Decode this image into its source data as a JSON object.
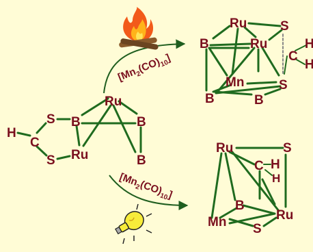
{
  "reactant": {
    "H": "H",
    "C": "C",
    "S1": "S",
    "S2": "S",
    "B1": "B",
    "Ru1": "Ru",
    "Ru2": "Ru",
    "B2": "B",
    "B3": "B"
  },
  "top_reaction": {
    "reagent_prefix": "[Mn",
    "reagent_sub1": "2",
    "reagent_mid": "(CO)",
    "reagent_sub2": "10",
    "reagent_suffix": "]",
    "condition_icon": "fire-icon"
  },
  "bottom_reaction": {
    "reagent_prefix": "[Mn",
    "reagent_sub1": "2",
    "reagent_mid": "(CO)",
    "reagent_sub2": "10",
    "reagent_suffix": "]",
    "condition_icon": "lightbulb-icon"
  },
  "product_top": {
    "Ru1": "Ru",
    "S1": "S",
    "B1": "B",
    "Ru2": "Ru",
    "C": "C",
    "H1": "H",
    "H2": "H",
    "Mn": "Mn",
    "S2": "S",
    "B2": "B",
    "B3": "B"
  },
  "product_bottom": {
    "Ru1": "Ru",
    "S1": "S",
    "C": "C",
    "H1": "H",
    "H2": "H",
    "B": "B",
    "Ru2": "Ru",
    "Mn": "Mn",
    "S2": "S"
  },
  "colors": {
    "background": "#fffcd6",
    "atom": "#7a0f1e",
    "bond": "#1f6b1f",
    "dashed_bond": "#888888"
  }
}
